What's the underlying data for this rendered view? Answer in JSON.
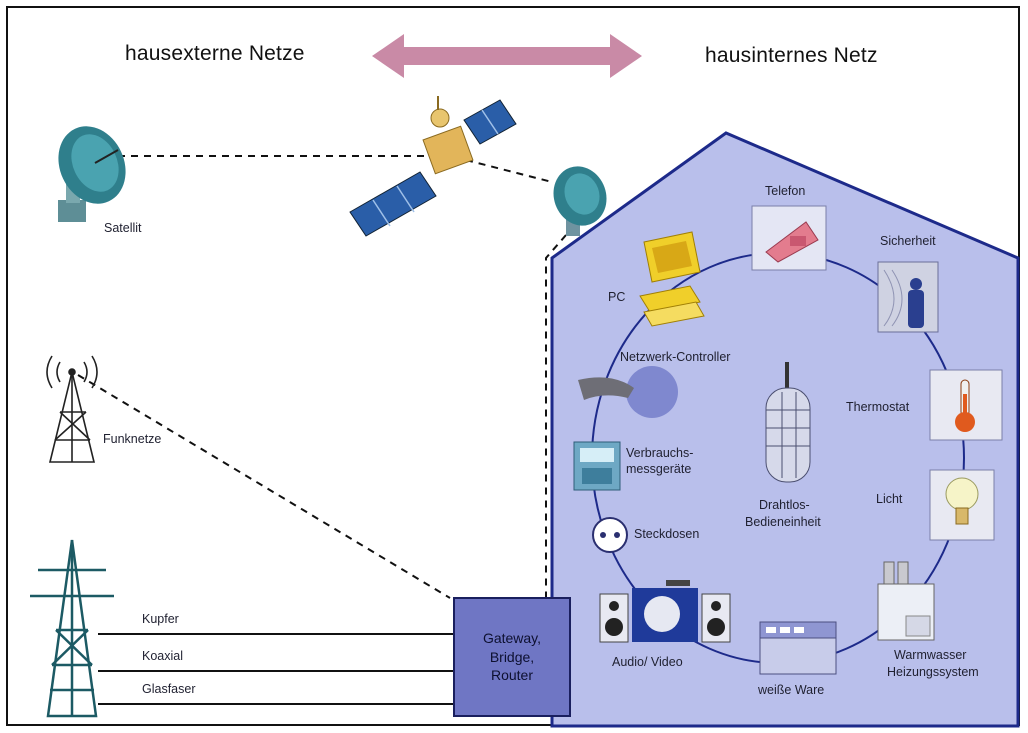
{
  "header": {
    "left": "hausexterne Netze",
    "right": "hausinternes Netz"
  },
  "external": {
    "satellit": "Satellit",
    "funknetze": "Funknetze",
    "lines": [
      "Kupfer",
      "Koaxial",
      "Glasfaser"
    ]
  },
  "gateway": {
    "line1": "Gateway,",
    "line2": "Bridge,",
    "line3": "Router"
  },
  "devices": {
    "telefon": "Telefon",
    "sicherheit": "Sicherheit",
    "pc": "PC",
    "netzwerk_controller": "Netzwerk-Controller",
    "thermostat": "Thermostat",
    "verbrauch1": "Verbrauchs-",
    "verbrauch2": "messgeräte",
    "drahtlos1": "Drahtlos-",
    "drahtlos2": "Bedieneinheit",
    "licht": "Licht",
    "steckdosen": "Steckdosen",
    "audio_video": "Audio/ Video",
    "weisse_ware": "weiße Ware",
    "warmwasser1": "Warmwasser",
    "warmwasser2": "Heizungssystem"
  },
  "colors": {
    "house_fill": "#b9bfeb",
    "house_stroke": "#1d2a8a",
    "arrow": "#c98aa6",
    "gateway": "#6f76c4"
  }
}
